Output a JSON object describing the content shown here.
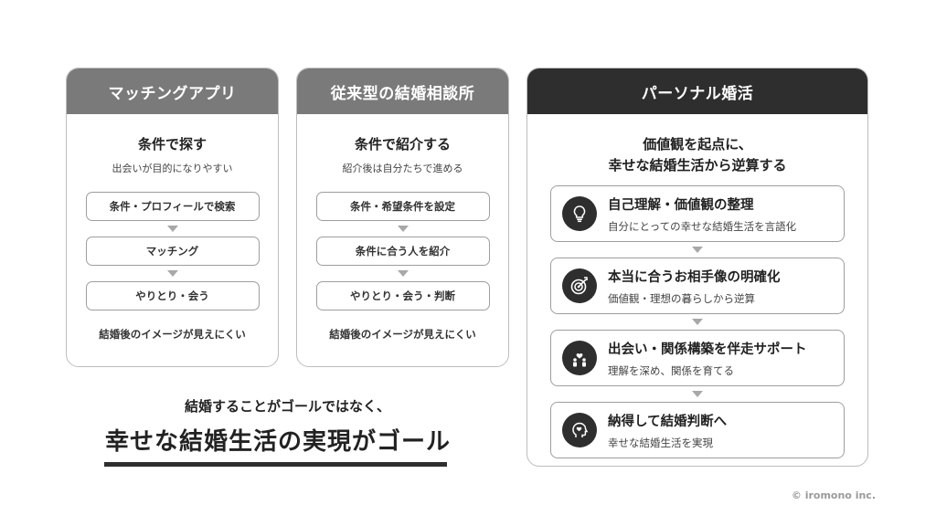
{
  "columns": [
    {
      "header": "マッチングアプリ",
      "subtitle": "条件で探す",
      "description": "出会いが目的になりやすい",
      "steps": [
        "条件・プロフィールで検索",
        "マッチング",
        "やりとり・会う"
      ],
      "result": "結婚後のイメージが見えにくい"
    },
    {
      "header": "従来型の結婚相談所",
      "subtitle": "条件で紹介する",
      "description": "紹介後は自分たちで進める",
      "steps": [
        "条件・希望条件を設定",
        "条件に合う人を紹介",
        "やりとり・会う・判断"
      ],
      "result": "結婚後のイメージが見えにくい"
    }
  ],
  "personal": {
    "header": "パーソナル婚活",
    "lead_line1": "価値観を起点に、",
    "lead_line2": "幸せな結婚生活から逆算する",
    "features": [
      {
        "icon": "lightbulb-icon",
        "title": "自己理解・価値観の整理",
        "desc": "自分にとっての幸せな結婚生活を言語化"
      },
      {
        "icon": "target-icon",
        "title": "本当に合うお相手像の明確化",
        "desc": "価値観・理想の暮らしから逆算"
      },
      {
        "icon": "couple-heart-icon",
        "title": "出会い・関係構築を伴走サポート",
        "desc": "理解を深め、関係を育てる"
      },
      {
        "icon": "head-heart-icon",
        "title": "納得して結婚判断へ",
        "desc": "幸せな結婚生活を実現"
      }
    ]
  },
  "bottom": {
    "line1": "結婚することがゴールではなく、",
    "line2": "幸せな結婚生活の実現がゴール"
  },
  "copyright": "© iromono inc.",
  "colors": {
    "dark": "#2e2e2e",
    "gray_header": "#7a7a7a",
    "border": "#bdbdbd",
    "arrow": "#a8a8a8"
  }
}
